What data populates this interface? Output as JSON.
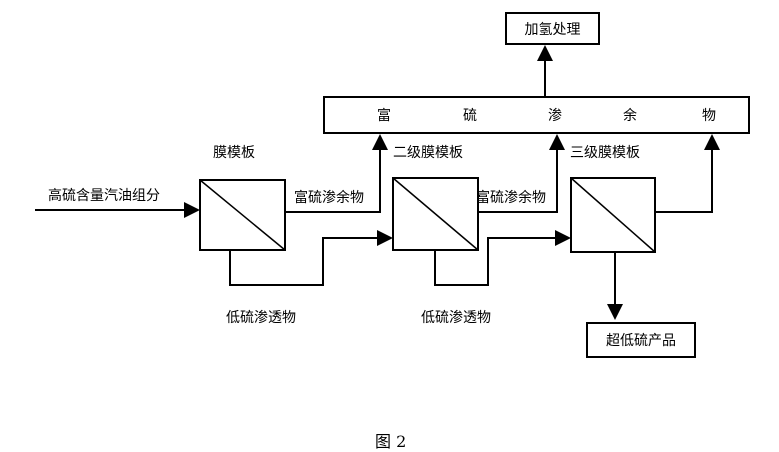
{
  "hydro_box": "加氢处理",
  "rich_bar_chars": [
    "富",
    "硫",
    "渗",
    "余",
    "物"
  ],
  "stage_labels": [
    "膜模板",
    "二级膜模板",
    "三级膜模板"
  ],
  "feed_label": "高硫含量汽油组分",
  "retentate_labels": [
    "富硫渗余物",
    "富硫渗余物"
  ],
  "permeate_labels": [
    "低硫渗透物",
    "低硫渗透物"
  ],
  "product_box": "超低硫产品",
  "caption": "图 2"
}
